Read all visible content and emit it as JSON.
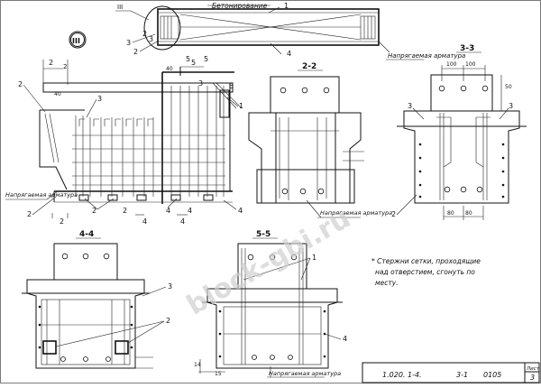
{
  "top_view": {
    "label_concreting": "Бетонирование",
    "label_rebar": "Напрягаемая арматура",
    "callouts": [
      "1",
      "2",
      "3",
      "4",
      "2",
      "3",
      "III"
    ]
  },
  "node_III": {
    "label": "III"
  },
  "elevation": {
    "callouts": [
      "2",
      "3",
      "1",
      "5",
      "5",
      "2",
      "3",
      "4",
      "2",
      "2",
      "4",
      "4"
    ],
    "section_marks": [
      "2",
      "2",
      "4",
      "4",
      "5",
      "5"
    ],
    "dim_top": "40",
    "dim_small": "40",
    "dim_21": "2",
    "label_rebar_left": "Напрягаемая арматура"
  },
  "section_22": {
    "title": "2-2",
    "label_rebar": "Напрягаемая арматура"
  },
  "section_33": {
    "title": "3-3",
    "dims_top": [
      "100",
      "100"
    ],
    "dims_bottom": [
      "80",
      "80"
    ],
    "dim_right": "50",
    "weld_left": "3",
    "weld_right": "3",
    "callout": "2"
  },
  "section_44": {
    "title": "4-4",
    "callouts": [
      "3",
      "2"
    ]
  },
  "section_55": {
    "title": "5-5",
    "callouts": [
      "1",
      "4"
    ],
    "dim_left": "15",
    "dim_sub": "14",
    "label_rebar": "Напрягаемая арматура"
  },
  "note": {
    "line1": "* Стержни сетки, проходящие",
    "line2": "над отверстием, сгонуть по",
    "line3": "месту."
  },
  "stamp": {
    "code": "1.020. 1-4.",
    "num": "3-1",
    "sheet_code": "0105",
    "sheet_label": "Лист",
    "sheet_num": "3"
  },
  "watermark": "block-gbi.ru"
}
